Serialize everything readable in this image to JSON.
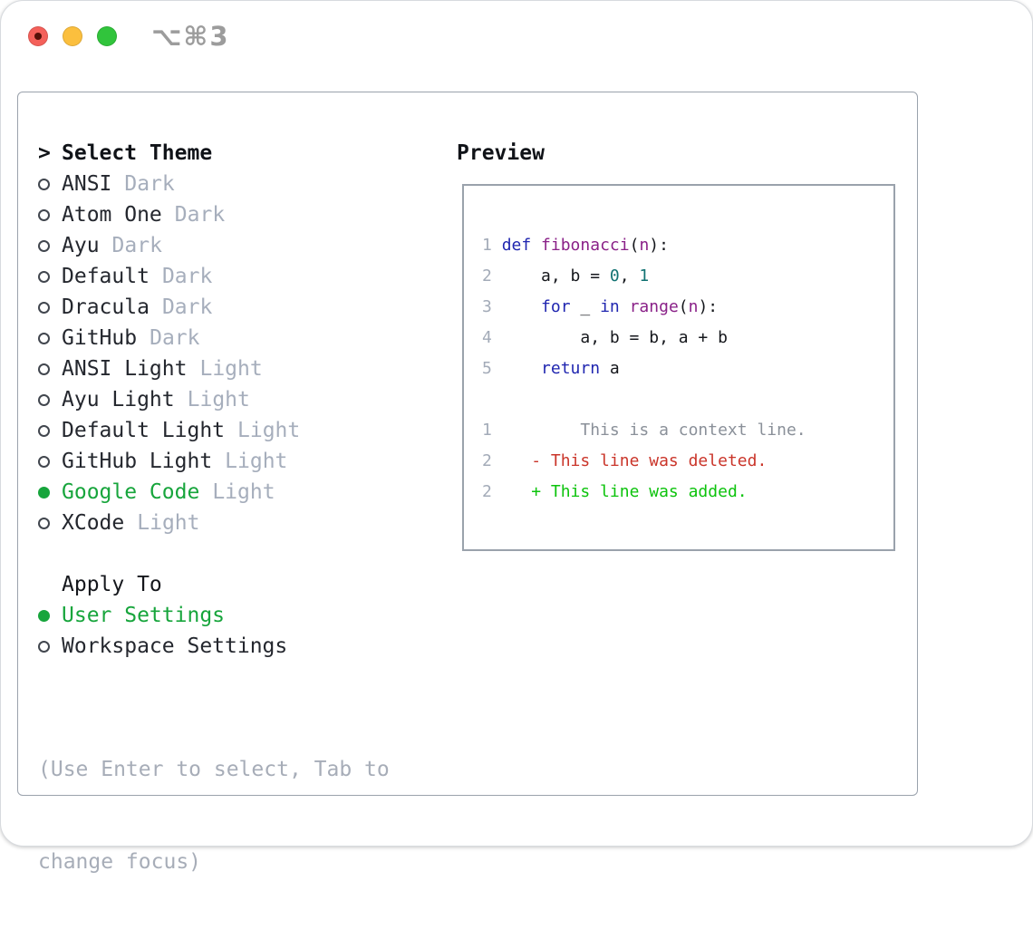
{
  "window": {
    "title": "⌥⌘3"
  },
  "colors": {
    "traffic_red": "#f4605a",
    "traffic_yellow": "#fbbf3e",
    "traffic_green": "#31c43c",
    "title_gray": "#9c9c9c",
    "border_gray": "#9aa2ac",
    "ui_green": "#17a53c",
    "tag_gray": "#a6aebc",
    "hint_gray": "#a7adb8",
    "line_number": "#a3abb8",
    "plain": "#15171c",
    "keyword": "#2026b0",
    "function": "#8a2188",
    "literal": "#117272",
    "context": "#8a9099",
    "deleted": "#ca352a",
    "added": "#0cc30c"
  },
  "sidebar": {
    "header_marker": ">",
    "header": "Select Theme",
    "themes": [
      {
        "name": "ANSI",
        "tag": "Dark",
        "selected": false
      },
      {
        "name": "Atom One",
        "tag": "Dark",
        "selected": false
      },
      {
        "name": "Ayu",
        "tag": "Dark",
        "selected": false
      },
      {
        "name": "Default",
        "tag": "Dark",
        "selected": false
      },
      {
        "name": "Dracula",
        "tag": "Dark",
        "selected": false
      },
      {
        "name": "GitHub",
        "tag": "Dark",
        "selected": false
      },
      {
        "name": "ANSI Light",
        "tag": "Light",
        "selected": false
      },
      {
        "name": "Ayu Light",
        "tag": "Light",
        "selected": false
      },
      {
        "name": "Default Light",
        "tag": "Light",
        "selected": false
      },
      {
        "name": "GitHub Light",
        "tag": "Light",
        "selected": false
      },
      {
        "name": "Google Code",
        "tag": "Light",
        "selected": true
      },
      {
        "name": "XCode",
        "tag": "Light",
        "selected": false
      }
    ],
    "apply_header": "Apply To",
    "apply_options": [
      {
        "name": "User Settings",
        "tag": "",
        "selected": true
      },
      {
        "name": "Workspace Settings",
        "tag": "",
        "selected": false
      }
    ],
    "hint_line1": "(Use Enter to select, Tab to",
    "hint_line2": "change focus)"
  },
  "preview": {
    "header": "Preview",
    "lines": [
      {
        "num": "1",
        "tokens": [
          {
            "t": " ",
            "c": "pl"
          },
          {
            "t": "def",
            "c": "kw"
          },
          {
            "t": " ",
            "c": "pl"
          },
          {
            "t": "fibonacci",
            "c": "fn"
          },
          {
            "t": "(",
            "c": "pl"
          },
          {
            "t": "n",
            "c": "fn"
          },
          {
            "t": "):",
            "c": "pl"
          }
        ]
      },
      {
        "num": "2",
        "tokens": [
          {
            "t": "     a, b = ",
            "c": "pl"
          },
          {
            "t": "0",
            "c": "lit"
          },
          {
            "t": ", ",
            "c": "pl"
          },
          {
            "t": "1",
            "c": "lit"
          }
        ]
      },
      {
        "num": "3",
        "tokens": [
          {
            "t": "     ",
            "c": "pl"
          },
          {
            "t": "for",
            "c": "kw"
          },
          {
            "t": " _ ",
            "c": "pl"
          },
          {
            "t": "in",
            "c": "kw"
          },
          {
            "t": " ",
            "c": "pl"
          },
          {
            "t": "range",
            "c": "fn"
          },
          {
            "t": "(",
            "c": "pl"
          },
          {
            "t": "n",
            "c": "fn"
          },
          {
            "t": "):",
            "c": "pl"
          }
        ]
      },
      {
        "num": "4",
        "tokens": [
          {
            "t": "         a, b = b, a + b",
            "c": "pl"
          }
        ]
      },
      {
        "num": "5",
        "tokens": [
          {
            "t": "     ",
            "c": "pl"
          },
          {
            "t": "return",
            "c": "kw"
          },
          {
            "t": " a",
            "c": "pl"
          }
        ]
      },
      {
        "num": "",
        "tokens": []
      },
      {
        "num": "1",
        "tokens": [
          {
            "t": "         This is a context line.",
            "c": "ctx"
          }
        ]
      },
      {
        "num": "2",
        "tokens": [
          {
            "t": "    ",
            "c": "pl"
          },
          {
            "t": "- This line was deleted.",
            "c": "del"
          }
        ]
      },
      {
        "num": "2",
        "tokens": [
          {
            "t": "    ",
            "c": "pl"
          },
          {
            "t": "+ This line was added.",
            "c": "add"
          }
        ]
      }
    ]
  }
}
